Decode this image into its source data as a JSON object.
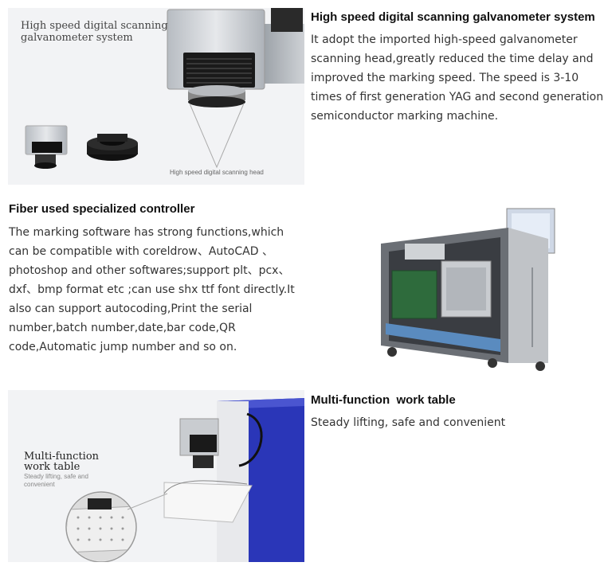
{
  "section1": {
    "image": {
      "caption_line1": "High speed digital scanning",
      "caption_line2": "galvanometer system",
      "head_label": "High speed digital scanning head"
    },
    "title": "High speed digital scanning galvanometer system",
    "lines": [
      "It adopt the imported high-speed galvanometer",
      "scanning head,greatly reduced the time delay and",
      "improved the marking speed. The speed is 3-10",
      "times of first generation YAG and second generation",
      "semiconductor marking machine."
    ]
  },
  "section2": {
    "title": "Fiber used specialized controller",
    "lines": [
      "The marking software has strong functions,which",
      "can be compatible with coreldrow、AutoCAD 、",
      "photoshop and other softwares;support plt、pcx、",
      "dxf、bmp format etc ;can use shx ttf font directly.It",
      "also can support  autocoding,Print the serial",
      "number,batch number,date,bar code,QR",
      "code,Automatic jump number and so on."
    ]
  },
  "section3": {
    "image": {
      "caption_line1": "Multi-function",
      "caption_line2": "work table",
      "sub_line1": "Steady lifting, safe and",
      "sub_line2": "convenient"
    },
    "title": "Multi-function  work table",
    "text": "Steady lifting, safe and convenient"
  },
  "colors": {
    "text": "#333333",
    "heading": "#111111",
    "cabinet_blue": "#2a36b8",
    "metal_grey": "#c9ccd0"
  }
}
